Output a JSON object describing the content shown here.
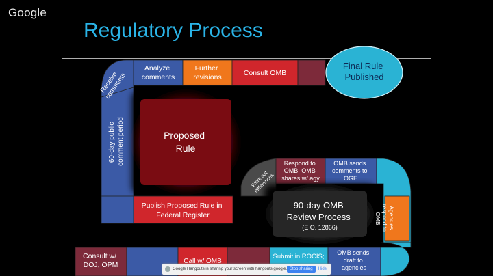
{
  "header": {
    "logo": "Google",
    "title": "Regulatory Process"
  },
  "steps": {
    "receive_line1": "Receive",
    "receive_line2": "comments",
    "analyze_line1": "Analyze",
    "analyze_line2": "comments",
    "further_line1": "Further",
    "further_line2": "revisions",
    "consult_omb": "Consult OMB",
    "final_line1": "Final Rule",
    "final_line2": "Published",
    "public_line1": "60-day public",
    "public_line2": "comment period",
    "proposed_line1": "Proposed",
    "proposed_line2": "Rule",
    "workout_line1": "Work out",
    "workout_line2": "differences",
    "respond_line1": "Respond to",
    "respond_line2": "OMB; OMB",
    "respond_line3": "shares w/ agy",
    "sends_oge_line1": "OMB sends",
    "sends_oge_line2": "comments to",
    "sends_oge_line3": "OGE",
    "publish_line1": "Publish Proposed Rule in",
    "publish_line2": "Federal Register",
    "review_line1": "90-day OMB",
    "review_line2": "Review Process",
    "review_line3": "(E.O. 12866)",
    "agencies_line1": "Agencies",
    "agencies_line2": "respond to",
    "agencies_line3": "OMB",
    "consult_doj_line1": "Consult w/",
    "consult_doj_line2": "DOJ, OPM",
    "call_omb": "Call w/ OMB",
    "submit_rocis": "Submit in ROCIS;",
    "draft_line1": "OMB sends",
    "draft_line2": "draft to",
    "draft_line3": "agencies"
  },
  "share_bar": {
    "message": "Google Hangouts is sharing your screen with hangouts.google.com.",
    "stop_label": "Stop sharing",
    "hide_label": "Hide"
  },
  "colors": {
    "title": "#2ab3e6",
    "blue": "#3b5aa6",
    "red": "#d0262c",
    "orange": "#f0771c",
    "maroon": "#7d2a3a",
    "teal": "#2ab3d4",
    "gray": "#4a4a4a"
  }
}
